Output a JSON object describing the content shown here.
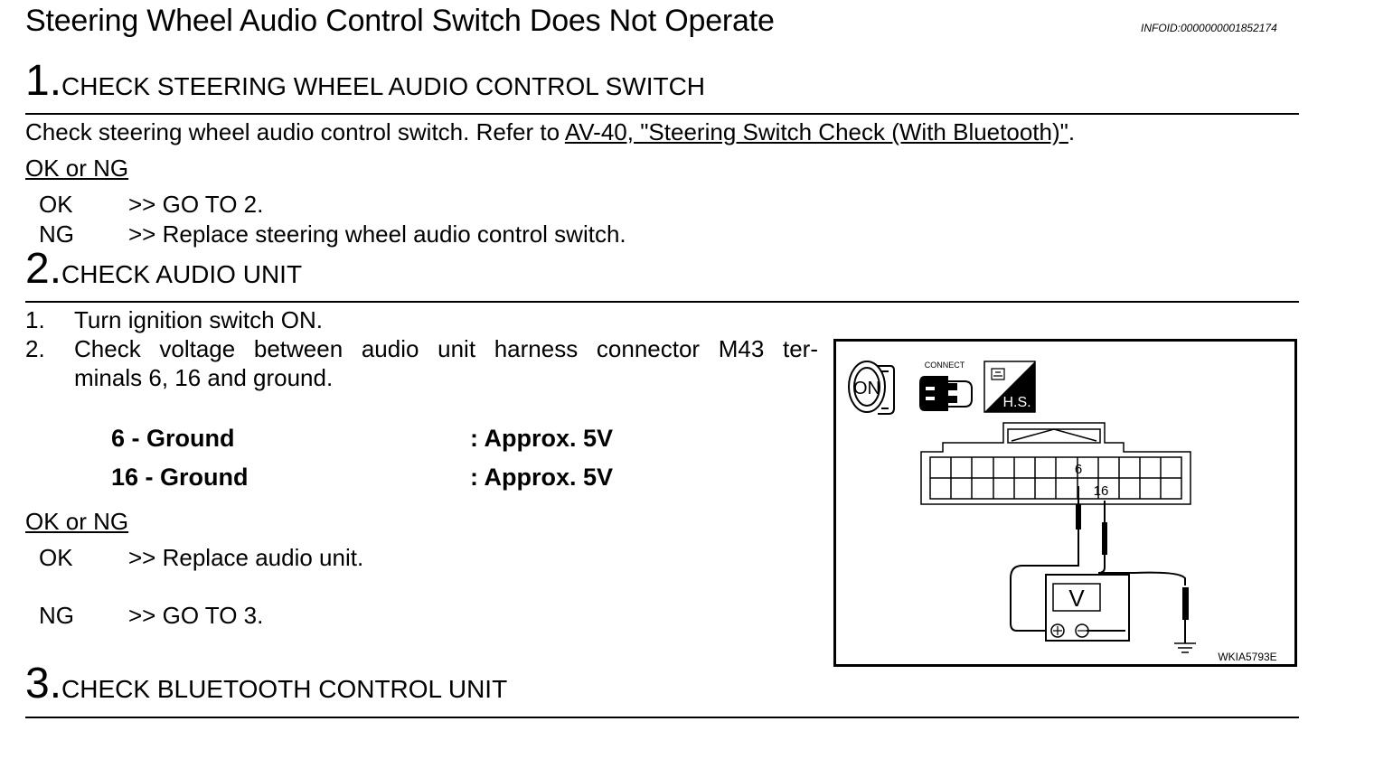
{
  "title": "Steering Wheel Audio Control Switch Does Not Operate",
  "infoid": "INFOID:0000000001852174",
  "steps": [
    {
      "num": "1.",
      "heading": "CHECK STEERING WHEEL AUDIO CONTROL SWITCH",
      "instruction_prefix": "Check steering wheel audio control switch. Refer to ",
      "instruction_link": "AV-40, \"Steering Switch Check (With Bluetooth)\"",
      "instruction_suffix": ".",
      "ok_ng_label": "OK or NG",
      "results": [
        {
          "code": "OK",
          "action": ">> GO TO 2."
        },
        {
          "code": "NG",
          "action": ">> Replace steering wheel audio control switch."
        }
      ]
    },
    {
      "num": "2.",
      "heading": "CHECK AUDIO UNIT",
      "substeps": [
        {
          "num": "1.",
          "line1": "Turn ignition switch ON."
        },
        {
          "num": "2.",
          "line1": "Check voltage between audio unit harness connector M43 ter-",
          "line2": "minals 6, 16 and ground."
        }
      ],
      "measurements": [
        {
          "terminal": "6 - Ground",
          "value": ": Approx. 5V"
        },
        {
          "terminal": "16 - Ground",
          "value": ": Approx. 5V"
        }
      ],
      "ok_ng_label": "OK or NG",
      "results": [
        {
          "code": "OK",
          "action": ">> Replace  audio  unit."
        },
        {
          "code": "NG",
          "action": ">> GO TO 3."
        }
      ],
      "figure": {
        "ignition_label": "ON",
        "connect_label": "CONNECT",
        "hs_label": "H.S.",
        "terminal_a": "6",
        "terminal_b": "16",
        "meter_label": "V",
        "figure_id": "WKIA5793E"
      }
    },
    {
      "num": "3.",
      "heading": "CHECK BLUETOOTH CONTROL UNIT"
    }
  ]
}
